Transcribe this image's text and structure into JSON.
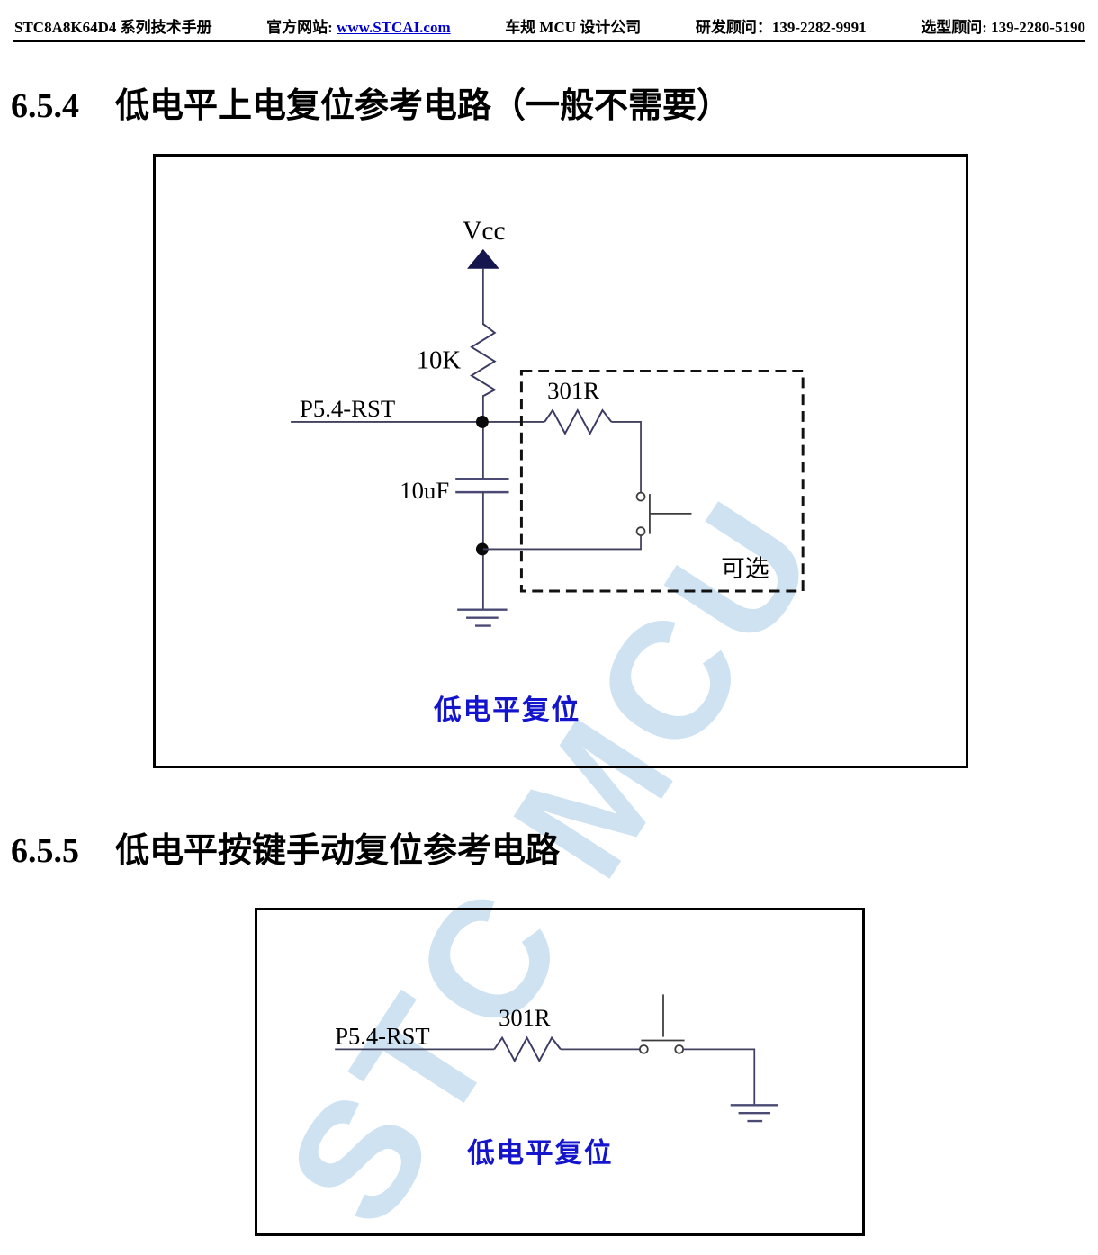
{
  "header": {
    "doc_title": "STC8A8K64D4 系列技术手册",
    "website_label": "官方网站:",
    "website_link": "www.STCAI.com",
    "company": "车规 MCU 设计公司",
    "rd_contact": "研发顾问：139-2282-9991",
    "selection_contact": "选型顾问: 139-2280-5190"
  },
  "sections": [
    {
      "number": "6.5.4",
      "title": "低电平上电复位参考电路（一般不需要）"
    },
    {
      "number": "6.5.5",
      "title": "低电平按键手动复位参考电路"
    }
  ],
  "watermark": "STC MCU",
  "circuit1": {
    "vcc_label": "Vcc",
    "pullup_resistor_value": "10K",
    "pin_label": "P5.4-RST",
    "capacitor_value": "10uF",
    "series_resistor_value": "301R",
    "optional_label": "可选",
    "caption": "低电平复位"
  },
  "circuit2": {
    "pin_label": "P5.4-RST",
    "series_resistor_value": "301R",
    "caption": "低电平复位"
  },
  "colors": {
    "caption_blue": "#1414cc",
    "link_blue": "#0000cc",
    "circuit_stroke": "#40405f",
    "watermark_blue": "#b7d7ec"
  }
}
